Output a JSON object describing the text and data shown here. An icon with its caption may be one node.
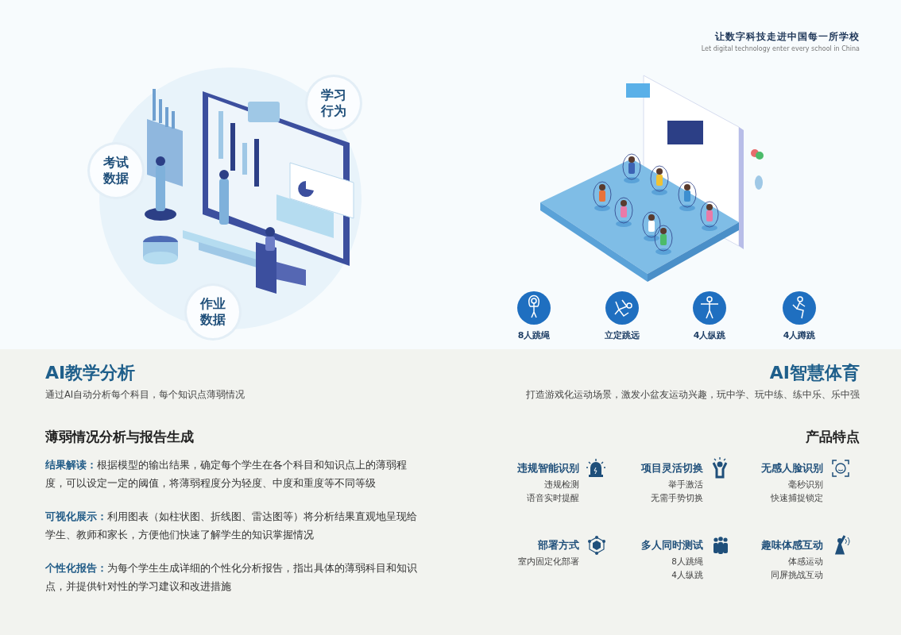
{
  "diagram": {
    "nodes": [
      {
        "text": [
          "考试数据"
        ]
      },
      {
        "text": [
          "学习行为"
        ]
      },
      {
        "text": [
          "作业数据"
        ]
      },
      {
        "text": [
          "8人跳绳"
        ]
      },
      {
        "text": [
          "立定跳远"
        ]
      },
      {
        "text": [
          "4人纵跳"
        ]
      },
      {
        "text": [
          "4人蹲跳"
        ]
      }
    ],
    "labels": [
      "让数字科技走进中国每一所学校",
      "Let digital technology enter every school in China",
      "AI教学分析",
      "通过AI自动分析每个科目，每个知识点薄弱情况",
      "AI智慧体育",
      "打造游戏化运动场景，激发小盆友运动兴趣，玩中学、玩中练、练中乐、乐中强",
      "薄弱情况分析与报告生成",
      "**结果解读：**根据模型的输出结果，确定每个学生在各个科目和知识点上的薄弱程度，可以设定一定的阈值，将薄弱程度分为轻度、中度和重度等不同等级",
      "**可视化展示：**利用图表（如柱状图、折线图、雷达图等）将分析结果直观地呈现给学生、教师和家长，方便他们快速了解学生的知识掌握情况",
      "**个性化报告：**为每个学生生成详细的个性化分析报告，指出具体的薄弱科目和知识点，并提供针对性的学习建议和改进措施",
      "产品特点",
      "违规智能识别",
      "违规检测",
      "语音实时提醒",
      "项目灵活切换",
      "举手激活",
      "无需手势切换",
      "无感人脸识别",
      "毫秒识别",
      "快速捕捉锁定",
      "部署方式",
      "室内固定化部署",
      "多人同时测试",
      "8人跳绳",
      "4人纵跳",
      "趣味体感互动",
      "体感运动",
      "同屏挑战互动"
    ]
  }
}
